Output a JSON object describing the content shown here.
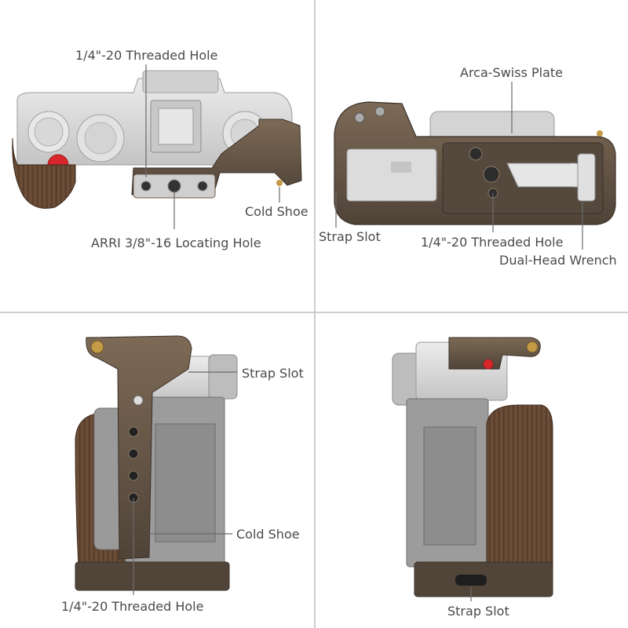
{
  "panels": {
    "top_left": {
      "threaded_hole": "1/4\"-20 Threaded Hole",
      "cold_shoe": "Cold Shoe",
      "arri_hole": "ARRI 3/8\"-16 Locating Hole"
    },
    "top_right": {
      "arca_plate": "Arca-Swiss Plate",
      "strap_slot": "Strap Slot",
      "threaded_hole": "1/4\"-20 Threaded Hole",
      "wrench": "Dual-Head Wrench"
    },
    "bottom_left": {
      "strap_slot": "Strap Slot",
      "cold_shoe": "Cold Shoe",
      "threaded_hole": "1/4\"-20 Threaded Hole"
    },
    "bottom_right": {
      "strap_slot": "Strap Slot"
    }
  },
  "colors": {
    "background": "#ffffff",
    "divider": "#bdbdbd",
    "camera_silver": "#d9d9d9",
    "cage_bronze": "#6b5a48",
    "wood": "#6a4a34",
    "shutter_red": "#d9262b",
    "label": "#4a4a4a"
  }
}
